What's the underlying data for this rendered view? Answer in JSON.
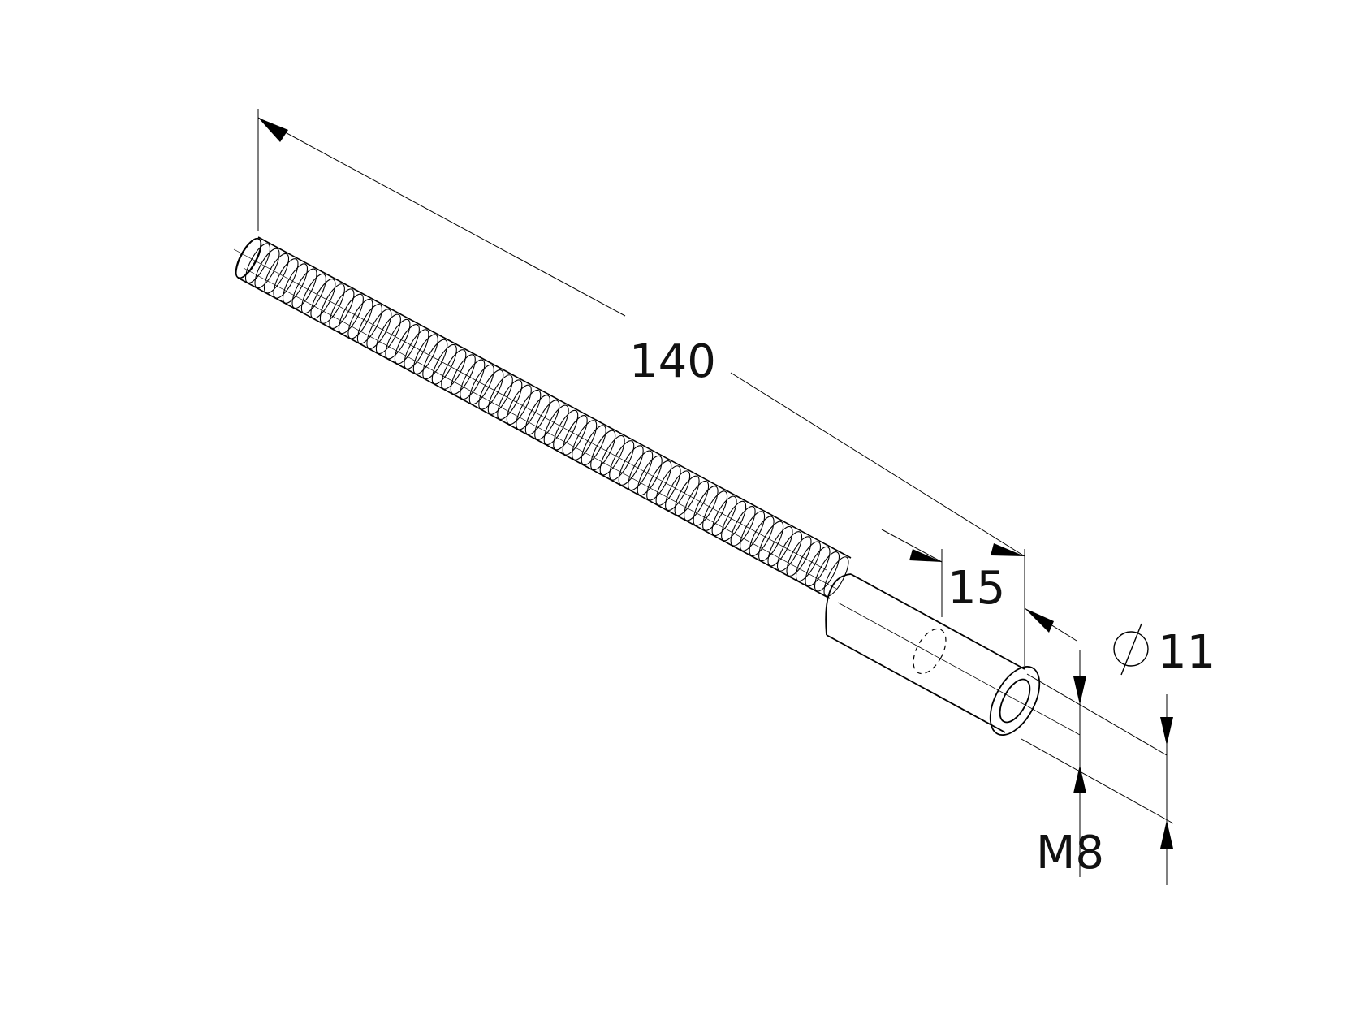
{
  "drawing": {
    "line_color": "#000000",
    "background": "#ffffff"
  },
  "dimensions": {
    "overall_length": "140",
    "sleeve_length": "15",
    "outer_diameter": "11",
    "diameter_symbol": "ø",
    "thread_size": "M8"
  },
  "icons": {
    "arrowhead": "arrowhead-icon",
    "diameter": "diameter-symbol-icon"
  }
}
